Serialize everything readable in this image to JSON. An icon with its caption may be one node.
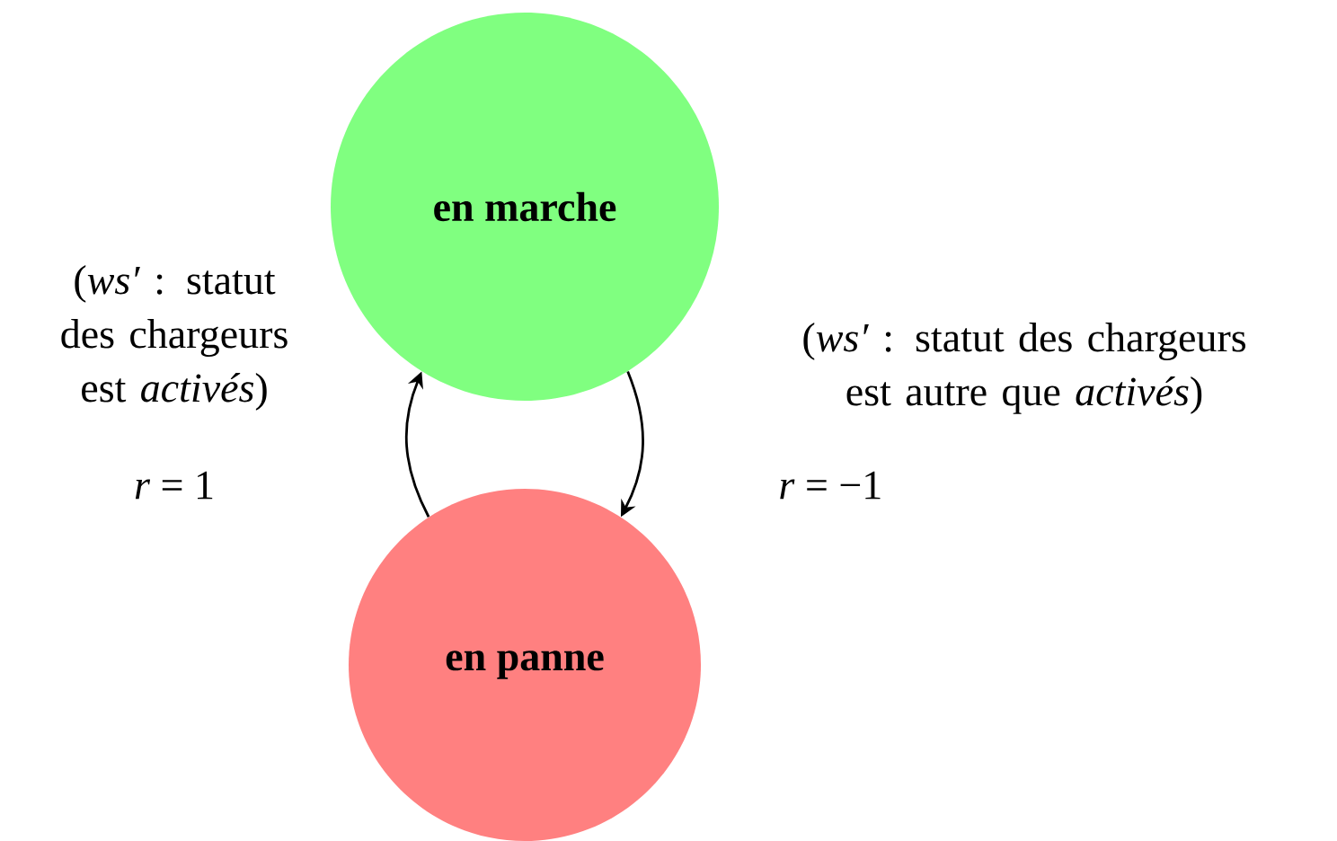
{
  "diagram": {
    "nodes": [
      {
        "text": [
          "en marche"
        ]
      },
      {
        "text": [
          "en panne"
        ]
      }
    ],
    "edges": [
      {
        "from": 0,
        "to": 1,
        "arrow": "to",
        "label": "(*ws′* : statut des chargeurs est autre que *activés*)"
      },
      {
        "from": 1,
        "to": 0,
        "arrow": "to",
        "label": "(*ws′* : statut des chargeurs est *activés*)"
      }
    ],
    "labels": [
      "*r* = 1",
      "*r* = −1"
    ]
  }
}
